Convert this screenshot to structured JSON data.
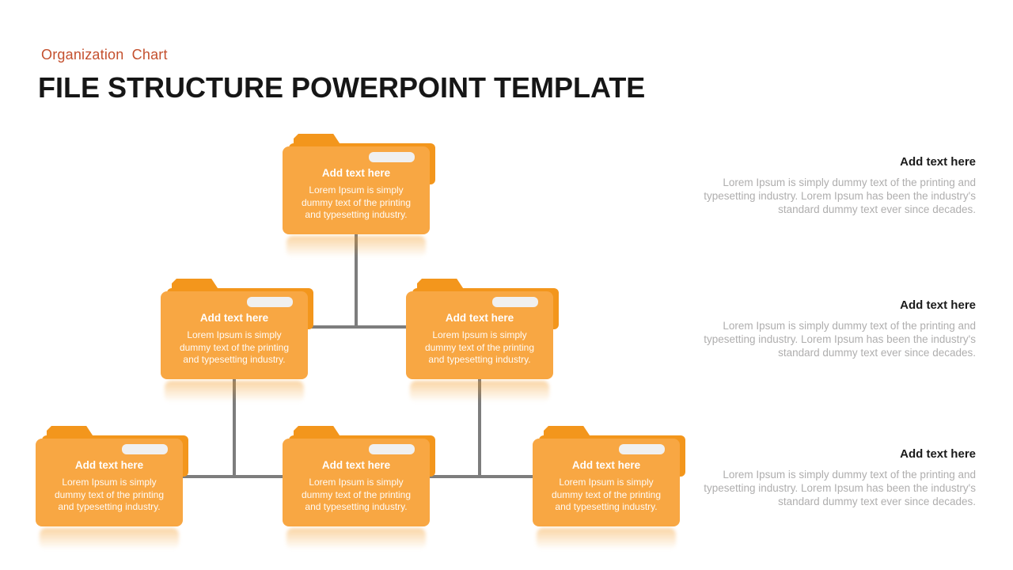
{
  "header": {
    "eyebrow": "Organization Chart",
    "title": "FILE STRUCTURE POWERPOINT TEMPLATE"
  },
  "colors": {
    "folder_body": "#F8A743",
    "folder_tab": "#F3961C",
    "connector": "#7D7D7D",
    "eyebrow_text": "#C4502E",
    "title_text": "#161616",
    "note_body_text": "#AFAEAE"
  },
  "tree": {
    "root": {
      "title": "Add text here",
      "body": "Lorem Ipsum is simply dummy text of the printing and typesetting industry."
    },
    "level2": [
      {
        "title": "Add text here",
        "body": "Lorem Ipsum is simply dummy text of the printing and typesetting industry."
      },
      {
        "title": "Add text here",
        "body": "Lorem Ipsum is simply dummy text of the printing and typesetting industry."
      }
    ],
    "level3": [
      {
        "title": "Add text here",
        "body": "Lorem Ipsum is simply dummy text of the printing and typesetting industry."
      },
      {
        "title": "Add text here",
        "body": "Lorem Ipsum is simply dummy text of the printing and typesetting industry."
      },
      {
        "title": "Add text here",
        "body": "Lorem Ipsum is simply dummy text of the printing and typesetting industry."
      }
    ]
  },
  "side_notes": [
    {
      "title": "Add text here",
      "body": "Lorem Ipsum is simply dummy text of the printing and typesetting industry. Lorem Ipsum has been the industry's standard dummy text ever since decades."
    },
    {
      "title": "Add text here",
      "body": "Lorem Ipsum is simply dummy text of the printing and typesetting industry. Lorem Ipsum has been the industry's standard dummy text ever since decades."
    },
    {
      "title": "Add text here",
      "body": "Lorem Ipsum is simply dummy text of the printing and typesetting industry. Lorem Ipsum has been the industry's standard dummy text ever since decades."
    }
  ]
}
